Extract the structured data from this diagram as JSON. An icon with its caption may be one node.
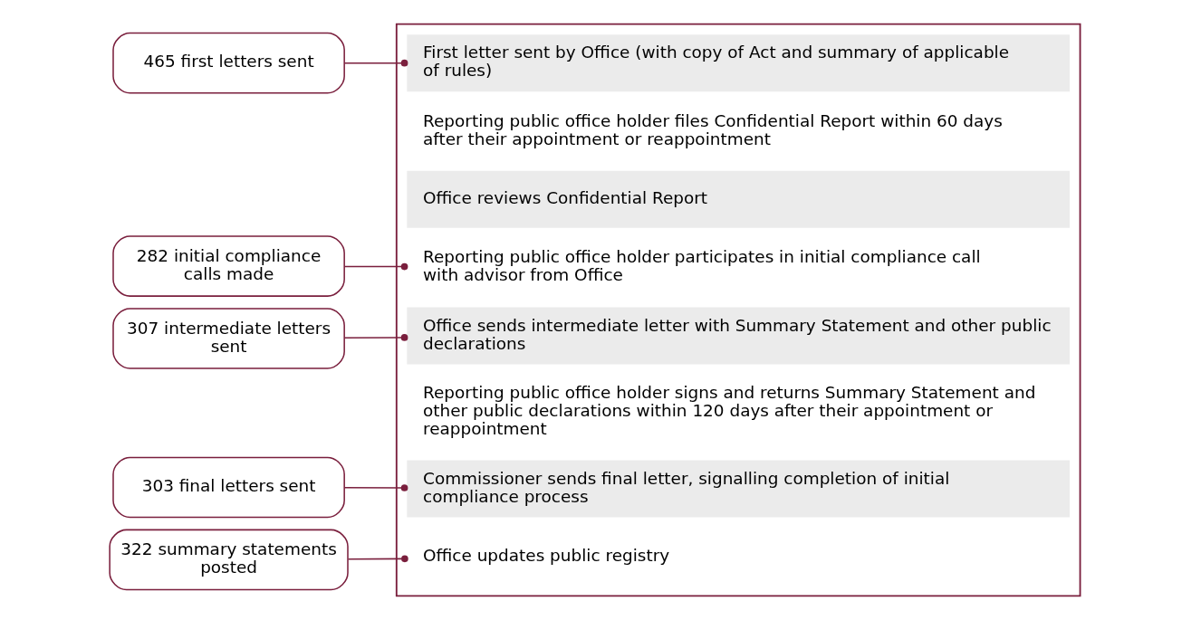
{
  "diagram": {
    "nodes": [
      {
        "text": [],
        "shape": "box"
      },
      {
        "text": [
          "First letter sent by Office (with copy of Act and summary of applicable of rules)"
        ],
        "in": 0
      },
      {
        "text": [
          "Reporting public office holder files Confidential Report within 60 days after their appointment or reappointment"
        ],
        "in": 0
      },
      {
        "text": [
          "Office reviews Confidential Report"
        ],
        "in": 0
      },
      {
        "text": [
          "Reporting public office holder participates in initial compliance call with advisor from Office"
        ],
        "in": 0
      },
      {
        "text": [
          "Office sends intermediate letter with Summary Statement and other public declarations"
        ],
        "in": 0
      },
      {
        "text": [
          "Reporting public office holder signs and returns Summary Statement and other public declarations within 120 days after their appointment or reappointment"
        ],
        "in": 0
      },
      {
        "text": [
          "Commissioner sends final letter, signalling completion of initial compliance process"
        ],
        "in": 0
      },
      {
        "text": [
          "Office updates public registry"
        ],
        "in": 0
      },
      {
        "text": [
          "465 first letters sent"
        ]
      },
      {
        "text": [
          "282 initial compliance calls made"
        ]
      },
      {
        "text": [
          "307 intermediate letters sent"
        ]
      },
      {
        "text": [
          "303 final letters sent"
        ]
      },
      {
        "text": [
          "322 summary statements posted"
        ]
      }
    ],
    "edges": [
      {
        "from": 9,
        "to": 1,
        "arrow": "other"
      },
      {
        "from": 10,
        "to": 4,
        "arrow": "other"
      },
      {
        "from": 11,
        "to": 5,
        "arrow": "other"
      },
      {
        "from": 12,
        "to": 7,
        "arrow": "other"
      },
      {
        "from": 13,
        "to": 8,
        "arrow": "other"
      }
    ]
  }
}
